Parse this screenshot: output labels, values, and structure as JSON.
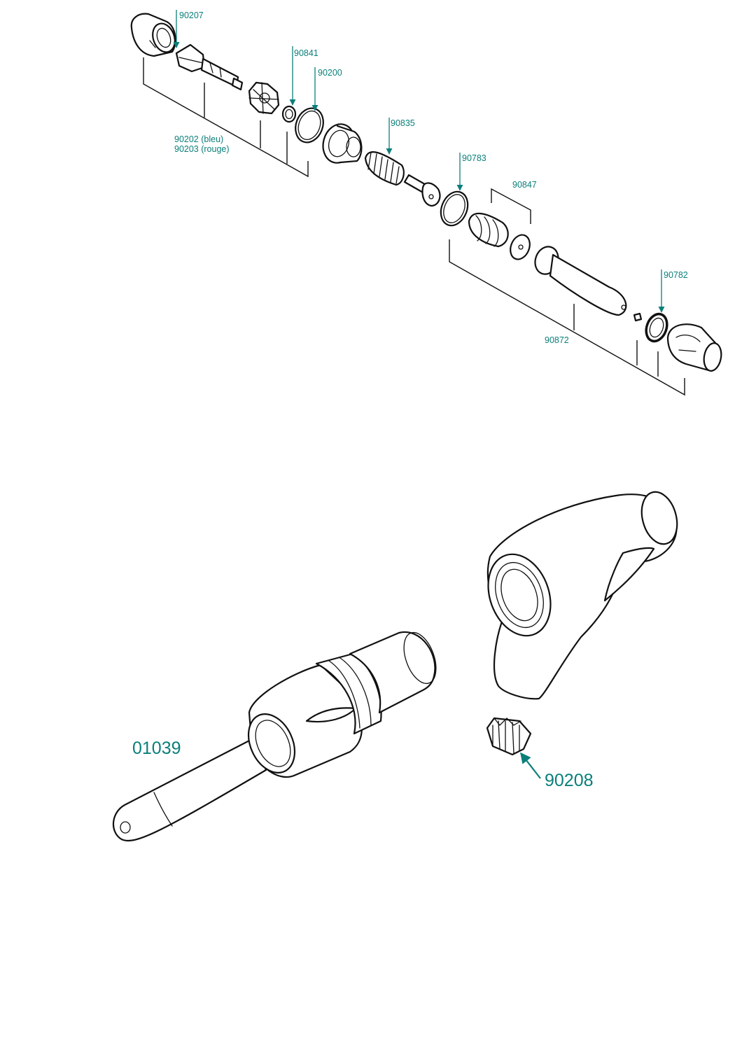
{
  "accent_color": "#0a7f7a",
  "line_color": "#111111",
  "labels": {
    "p90207": "90207",
    "p90841": "90841",
    "p90200": "90200",
    "p90202": "90202 (bleu)",
    "p90203": "90203 (rouge)",
    "p90835": "90835",
    "p90783": "90783",
    "p90847": "90847",
    "p90782": "90782",
    "p90872": "90872",
    "p01039": "01039",
    "p90208": "90208"
  }
}
